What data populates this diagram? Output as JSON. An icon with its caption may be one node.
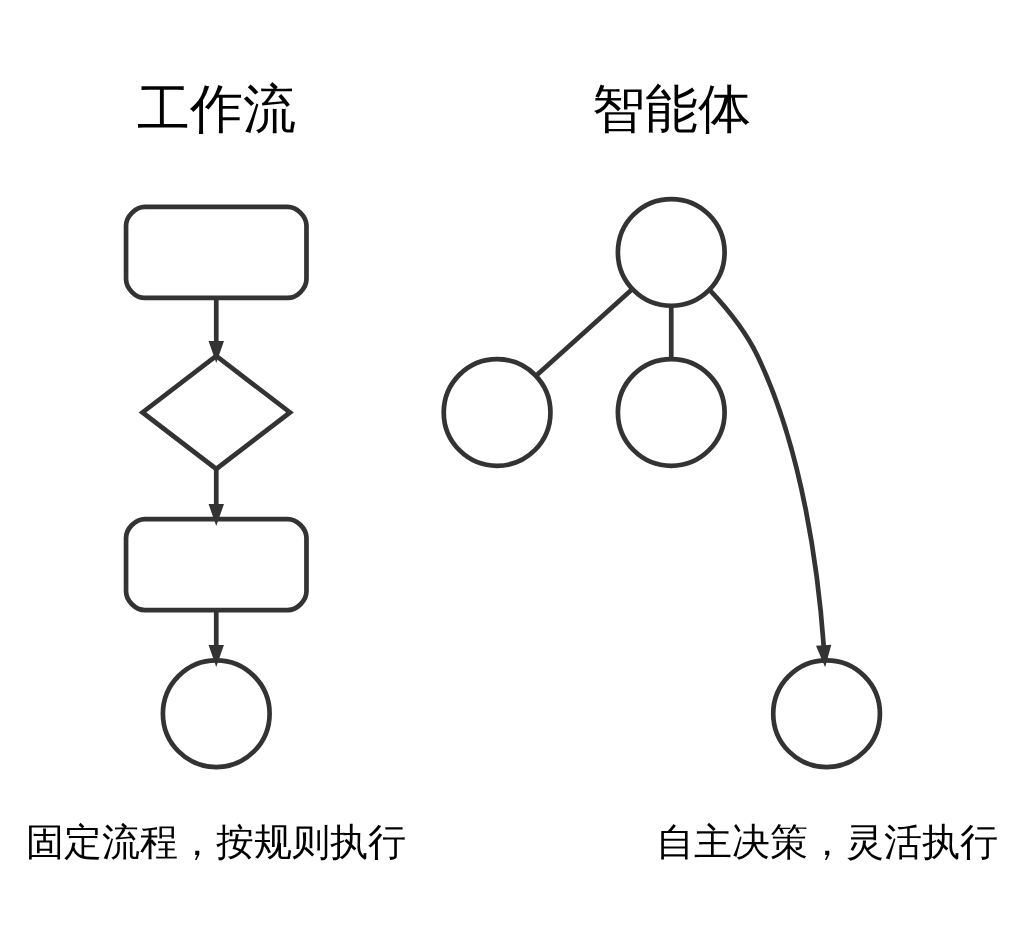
{
  "diagram": {
    "nodes": [
      {
        "text": [],
        "shape": "box"
      },
      {
        "text": [],
        "shape": "diamond"
      },
      {
        "text": [],
        "shape": "box"
      },
      {
        "text": [],
        "shape": "circle"
      },
      {
        "text": [],
        "shape": "circle"
      },
      {
        "text": [],
        "shape": "circle"
      },
      {
        "text": [],
        "shape": "circle"
      },
      {
        "text": [],
        "shape": "circle"
      }
    ],
    "edges": [
      {
        "from": 0,
        "to": 1,
        "arrow": "to"
      },
      {
        "from": 1,
        "to": 2,
        "arrow": "to"
      },
      {
        "from": 2,
        "to": 3,
        "arrow": "to"
      },
      {
        "from": 4,
        "to": 5,
        "arrow": "none"
      },
      {
        "from": 4,
        "to": 7,
        "arrow": "to"
      },
      {
        "from": 4,
        "to": 6,
        "arrow": "none"
      }
    ],
    "labels": [
      "工作流",
      "智能体",
      "固定流程，按规则执行",
      "自主决策，灵活执行"
    ]
  }
}
